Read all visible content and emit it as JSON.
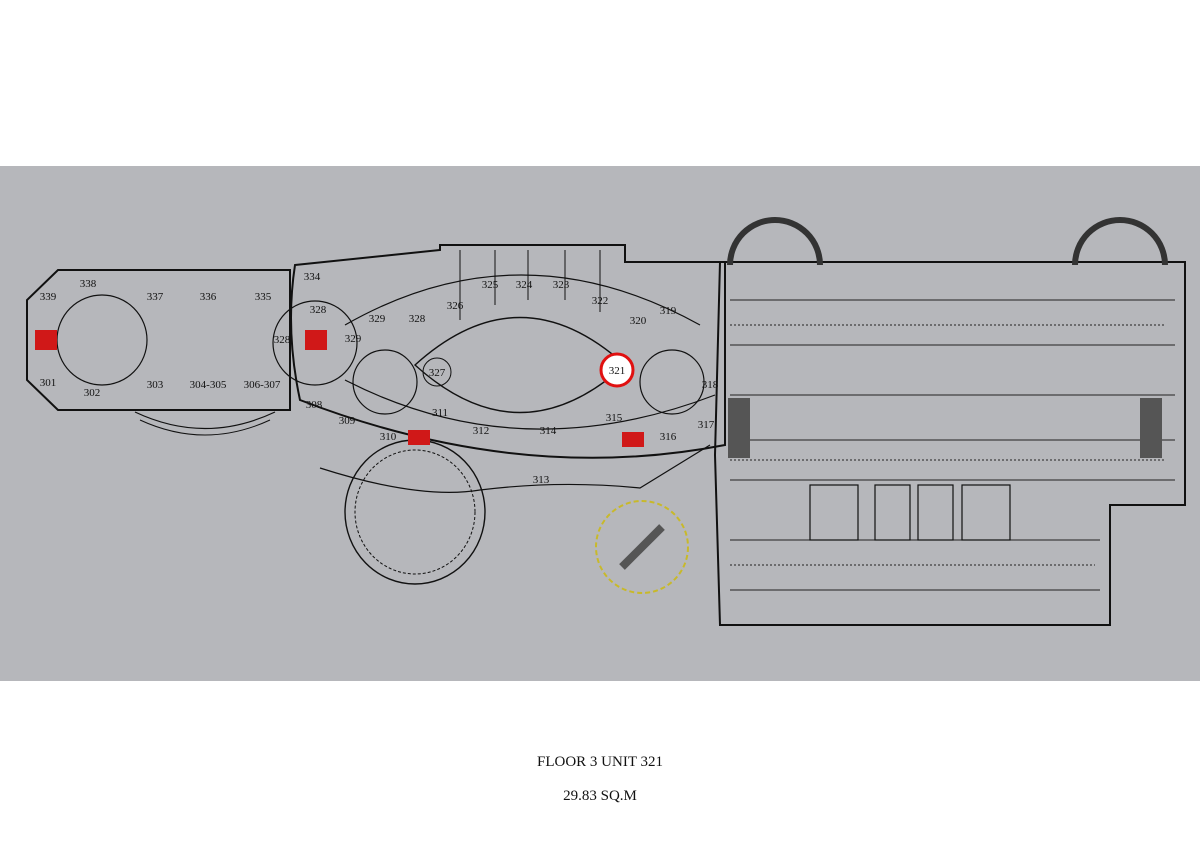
{
  "caption": {
    "title": "FLOOR 3 UNIT 321",
    "area": "29.83 SQ.M"
  },
  "highlight": {
    "unit": "321",
    "color": "#e01010"
  },
  "colors": {
    "background": "#b6b7bb",
    "walls": "#111111",
    "stairs": "#d01818",
    "labels_green": "#3aa63a",
    "arrows": "#b0208a"
  },
  "units": [
    {
      "id": "339"
    },
    {
      "id": "338"
    },
    {
      "id": "337"
    },
    {
      "id": "336"
    },
    {
      "id": "335"
    },
    {
      "id": "334"
    },
    {
      "id": "328"
    },
    {
      "id": "328"
    },
    {
      "id": "329"
    },
    {
      "id": "328"
    },
    {
      "id": "329"
    },
    {
      "id": "326"
    },
    {
      "id": "325"
    },
    {
      "id": "324"
    },
    {
      "id": "323"
    },
    {
      "id": "322"
    },
    {
      "id": "320"
    },
    {
      "id": "319"
    },
    {
      "id": "327"
    },
    {
      "id": "318"
    },
    {
      "id": "308"
    },
    {
      "id": "309"
    },
    {
      "id": "310"
    },
    {
      "id": "311"
    },
    {
      "id": "312"
    },
    {
      "id": "313"
    },
    {
      "id": "314"
    },
    {
      "id": "315"
    },
    {
      "id": "316"
    },
    {
      "id": "317"
    },
    {
      "id": "301"
    },
    {
      "id": "302"
    },
    {
      "id": "303"
    },
    {
      "id": "304-305"
    },
    {
      "id": "306-307"
    }
  ]
}
